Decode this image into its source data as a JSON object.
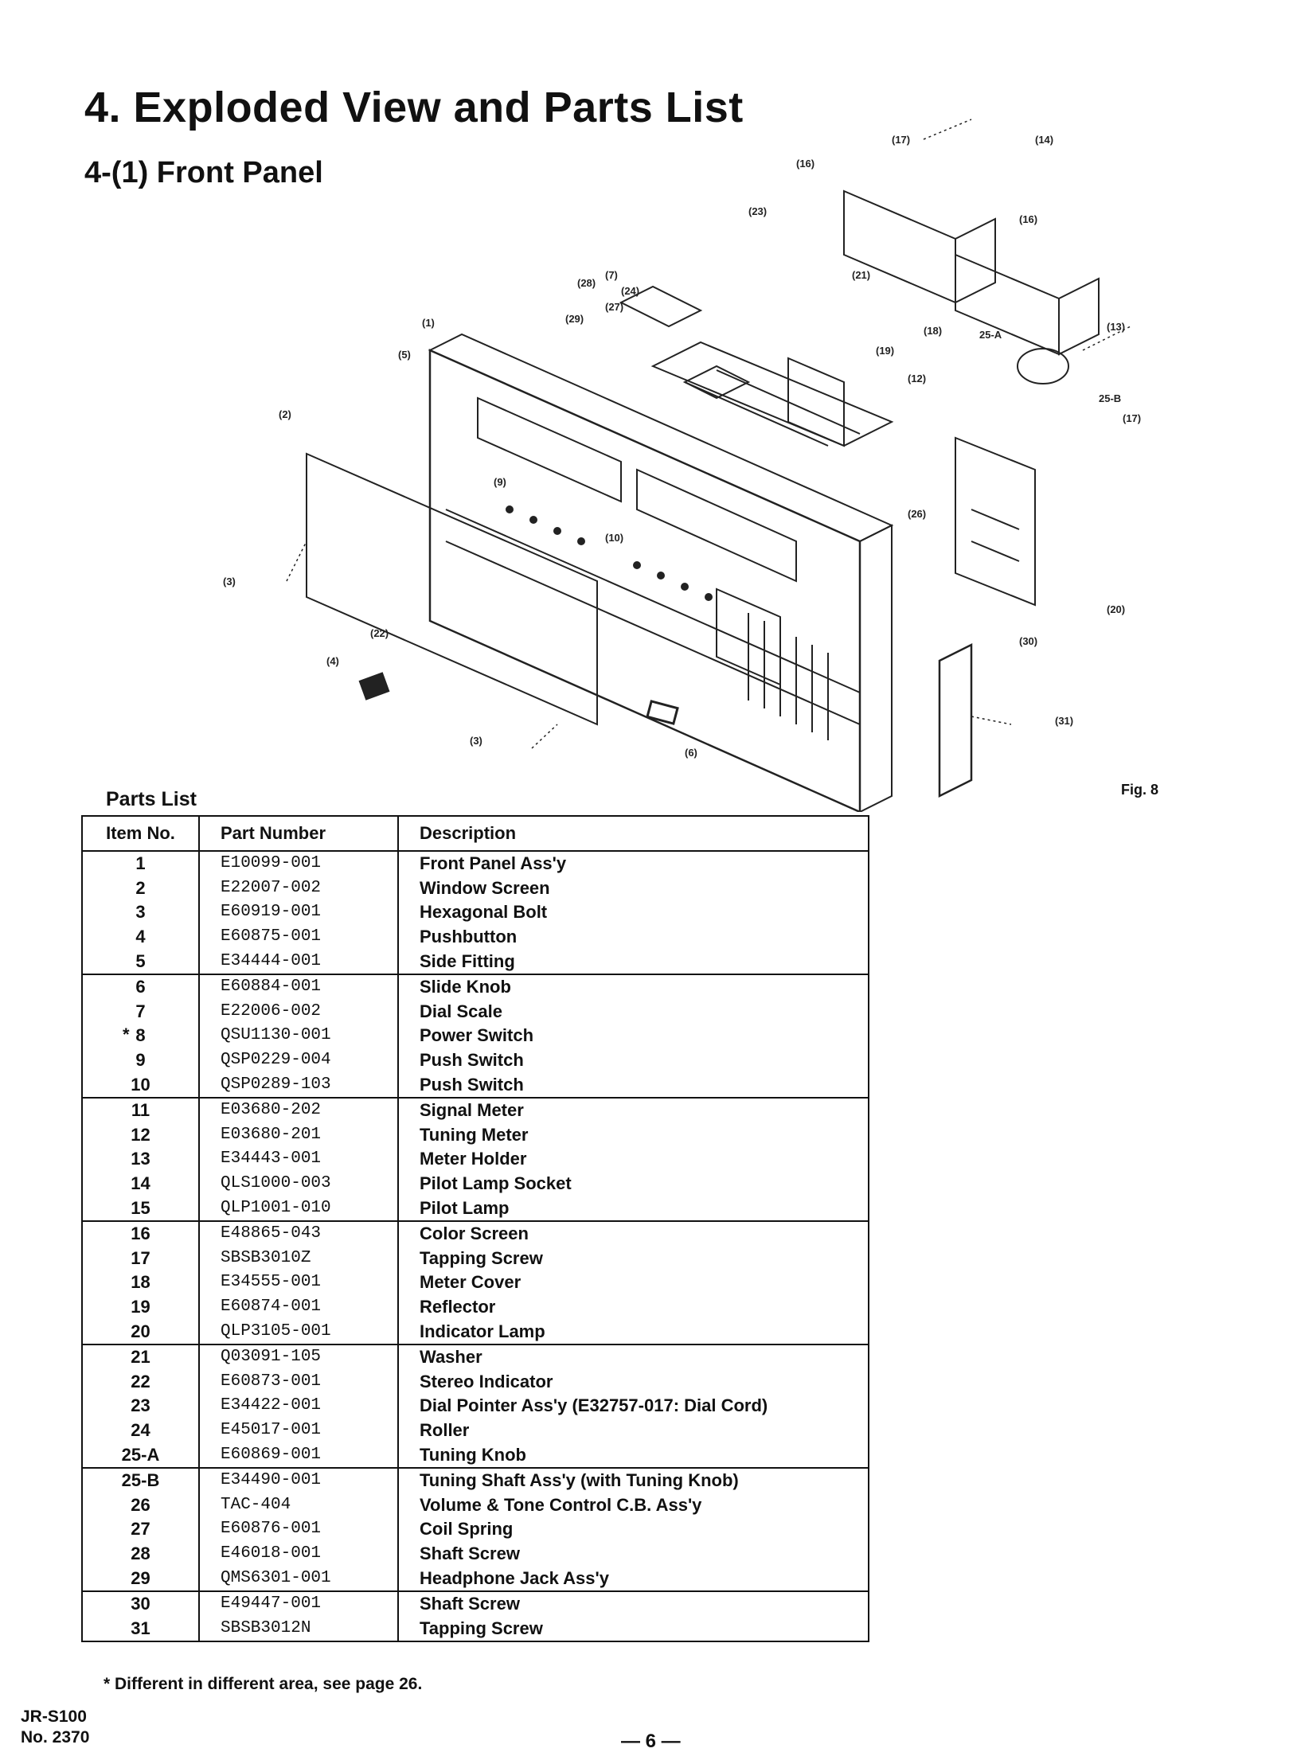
{
  "title": "4. Exploded View and Parts List",
  "subtitle": "4-(1) Front Panel",
  "figure_label": "Fig. 8",
  "parts_list": {
    "caption": "Parts List",
    "headers": [
      "Item No.",
      "Part Number",
      "Description"
    ],
    "rows": [
      {
        "item": "1",
        "part": "E10099-001",
        "desc": "Front Panel Ass'y"
      },
      {
        "item": "2",
        "part": "E22007-002",
        "desc": "Window Screen"
      },
      {
        "item": "3",
        "part": "E60919-001",
        "desc": "Hexagonal Bolt"
      },
      {
        "item": "4",
        "part": "E60875-001",
        "desc": "Pushbutton"
      },
      {
        "item": "5",
        "part": "E34444-001",
        "desc": "Side Fitting"
      },
      {
        "item": "6",
        "part": "E60884-001",
        "desc": "Slide Knob"
      },
      {
        "item": "7",
        "part": "E22006-002",
        "desc": "Dial Scale"
      },
      {
        "item": "8",
        "part": "QSU1130-001",
        "desc": "Power Switch",
        "mark": "*"
      },
      {
        "item": "9",
        "part": "QSP0229-004",
        "desc": "Push Switch"
      },
      {
        "item": "10",
        "part": "QSP0289-103",
        "desc": "Push Switch"
      },
      {
        "item": "11",
        "part": "E03680-202",
        "desc": "Signal Meter"
      },
      {
        "item": "12",
        "part": "E03680-201",
        "desc": "Tuning Meter"
      },
      {
        "item": "13",
        "part": "E34443-001",
        "desc": "Meter Holder"
      },
      {
        "item": "14",
        "part": "QLS1000-003",
        "desc": "Pilot Lamp Socket"
      },
      {
        "item": "15",
        "part": "QLP1001-010",
        "desc": "Pilot Lamp"
      },
      {
        "item": "16",
        "part": "E48865-043",
        "desc": "Color Screen"
      },
      {
        "item": "17",
        "part": "SBSB3010Z",
        "desc": "Tapping Screw"
      },
      {
        "item": "18",
        "part": "E34555-001",
        "desc": "Meter Cover"
      },
      {
        "item": "19",
        "part": "E60874-001",
        "desc": "Reflector"
      },
      {
        "item": "20",
        "part": "QLP3105-001",
        "desc": "Indicator Lamp"
      },
      {
        "item": "21",
        "part": "Q03091-105",
        "desc": "Washer"
      },
      {
        "item": "22",
        "part": "E60873-001",
        "desc": "Stereo Indicator"
      },
      {
        "item": "23",
        "part": "E34422-001",
        "desc": "Dial Pointer Ass'y (E32757-017: Dial Cord)"
      },
      {
        "item": "24",
        "part": "E45017-001",
        "desc": "Roller"
      },
      {
        "item": "25-A",
        "part": "E60869-001",
        "desc": "Tuning Knob"
      },
      {
        "item": "25-B",
        "part": "E34490-001",
        "desc": "Tuning Shaft Ass'y (with Tuning Knob)"
      },
      {
        "item": "26",
        "part": "TAC-404",
        "desc": "Volume & Tone Control C.B. Ass'y"
      },
      {
        "item": "27",
        "part": "E60876-001",
        "desc": "Coil Spring"
      },
      {
        "item": "28",
        "part": "E46018-001",
        "desc": "Shaft Screw"
      },
      {
        "item": "29",
        "part": "QMS6301-001",
        "desc": "Headphone Jack Ass'y"
      },
      {
        "item": "30",
        "part": "E49447-001",
        "desc": "Shaft Screw"
      },
      {
        "item": "31",
        "part": "SBSB3012N",
        "desc": "Tapping Screw"
      }
    ]
  },
  "callouts": {
    "c1": "(1)",
    "c2": "(2)",
    "c3a": "(3)",
    "c3b": "(3)",
    "c4": "(4)",
    "c5": "(5)",
    "c6": "(6)",
    "c7": "(7)",
    "c9": "(9)",
    "c10": "(10)",
    "c12": "(12)",
    "c13": "(13)",
    "c14": "(14)",
    "c16a": "(16)",
    "c16b": "(16)",
    "c17a": "(17)",
    "c17b": "(17)",
    "c18": "(18)",
    "c19": "(19)",
    "c20": "(20)",
    "c21": "(21)",
    "c22": "(22)",
    "c23": "(23)",
    "c24": "(24)",
    "c25a": "25-A",
    "c25b": "25-B",
    "c26": "(26)",
    "c27": "(27)",
    "c28": "(28)",
    "c29": "(29)",
    "c30": "(30)",
    "c31": "(31)"
  },
  "footnote": "* Different in different area, see page 26.",
  "model_line1": "JR-S100",
  "model_line2": "No. 2370",
  "page_number": "— 6 —"
}
